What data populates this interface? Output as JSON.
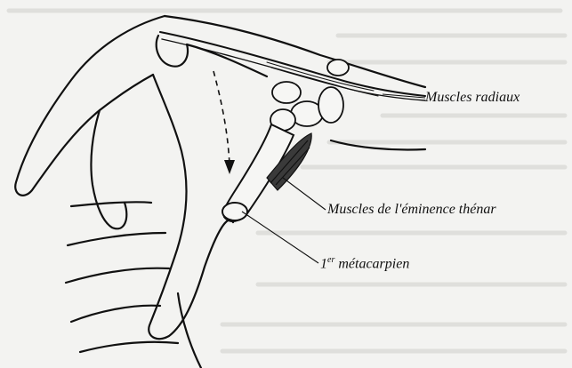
{
  "labels": {
    "radial_muscles": "Muscles radiaux",
    "thenar_muscles": "Muscles de l'éminence thénar",
    "first_metacarpal_main": "1",
    "first_metacarpal_sup": "er",
    "first_metacarpal_rest": " métacarpien"
  },
  "colors": {
    "paper": "#f3f3f1",
    "ink": "#111111",
    "faded_text": "#c9c9c6"
  }
}
